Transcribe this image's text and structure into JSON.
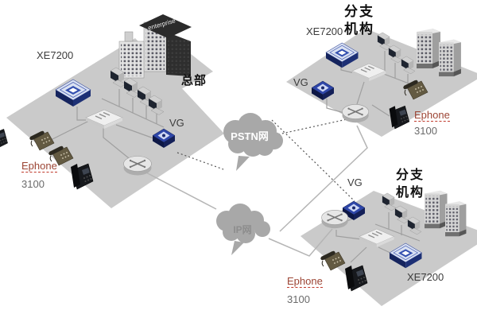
{
  "title": "VoIP / IP telephony network topology diagram",
  "colors": {
    "plane_gray": "#cacaca",
    "cloud_gray": "#a8a8a8",
    "solid_line": "#b5b5b5",
    "dotted_line": "#555555",
    "switch_blue_top": "#d9e1f2",
    "switch_blue_face": "#15245e",
    "vg_blue": "#2e46a8",
    "ephone_red": "#9c4534",
    "label_dark": "#3c3c3c"
  },
  "clouds": {
    "pstn": "PSTN网",
    "ip": "IP网"
  },
  "hq": {
    "name": "总部",
    "building_sign": "enterprise",
    "xe7200": "XE7200",
    "vg": "VG",
    "ephone": "Ephone",
    "ephone_model": "3100"
  },
  "branch_top": {
    "name_line1": "分支",
    "name_line2": "机构",
    "xe7200": "XE7200",
    "vg": "VG",
    "ephone": "Ephone",
    "ephone_model": "3100"
  },
  "branch_bottom": {
    "name_line1": "分支",
    "name_line2": "机构",
    "xe7200": "XE7200",
    "vg": "VG",
    "ephone": "Ephone",
    "ephone_model": "3100"
  }
}
